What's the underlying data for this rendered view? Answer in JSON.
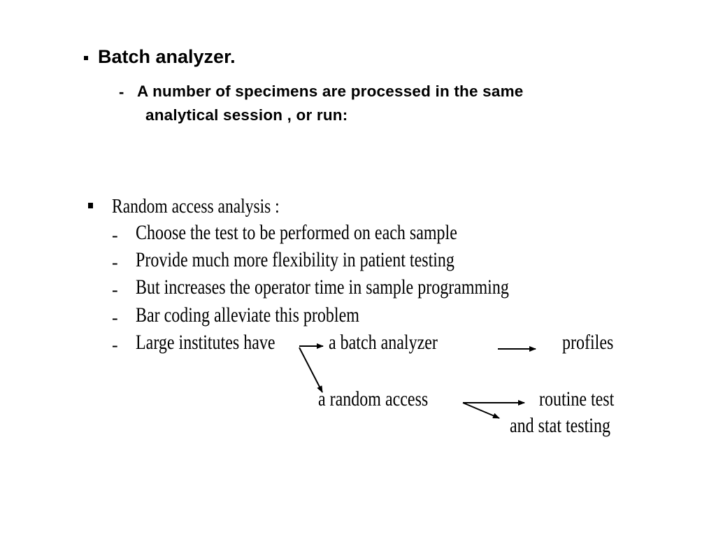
{
  "batch_section": {
    "title": "Batch analyzer.",
    "dash": "-",
    "line1": "A number of specimens are processed in the same",
    "line2": "analytical session , or run:"
  },
  "random_section": {
    "title": "Random access analysis :",
    "dash": "-",
    "items": [
      "Choose the test to be performed on each sample",
      "Provide much more flexibility in patient testing",
      "But increases the operator time in sample programming",
      "Bar coding alleviate this problem",
      "Large institutes have"
    ]
  },
  "diagram": {
    "batch_analyzer": "a  batch analyzer",
    "profiles": "profiles",
    "random_access": "a random access",
    "routine_test": "routine test",
    "stat_testing": "and stat testing"
  }
}
